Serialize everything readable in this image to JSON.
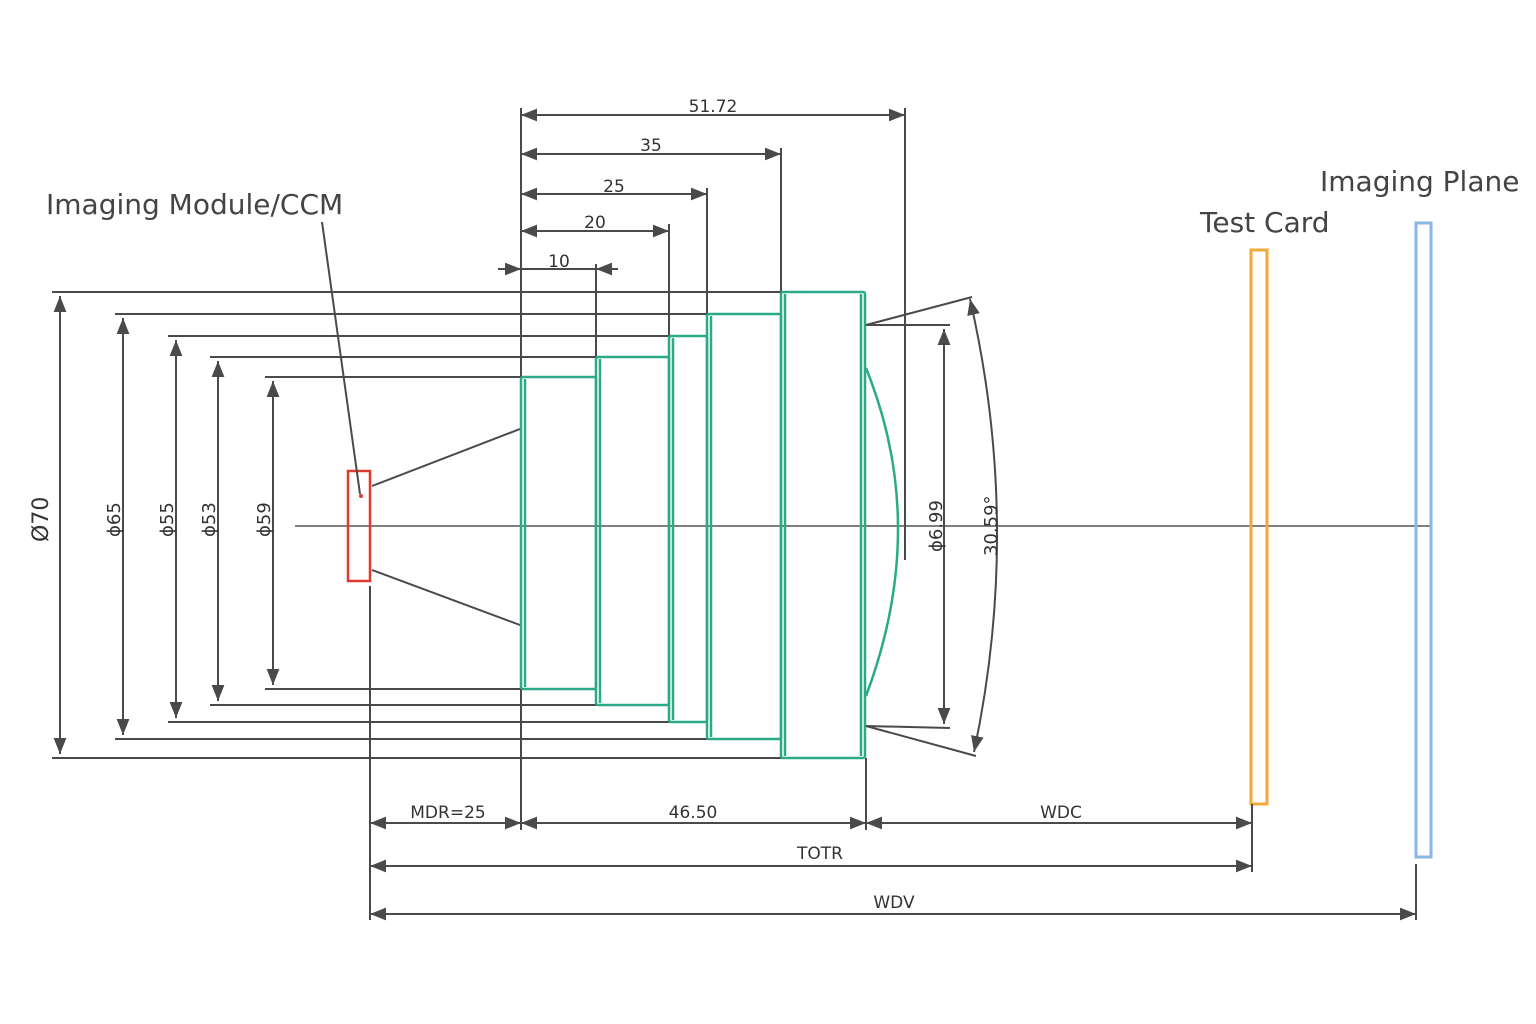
{
  "labels": {
    "module": "Imaging Module/CCM",
    "test_card": "Test Card",
    "imaging_plane": "Imaging Plane"
  },
  "dimensions": {
    "top": [
      "51.72",
      "35",
      "25",
      "20",
      "10"
    ],
    "diameters": [
      "Ø70",
      "ϕ65",
      "ϕ55",
      "ϕ53",
      "ϕ59"
    ],
    "front_diameter": "ϕ6.99",
    "angle": "30.59°",
    "mdr": "MDR=25",
    "length": "46.50",
    "wdc": "WDC",
    "totr": "TOTR",
    "wdv": "WDV"
  },
  "colors": {
    "module": "#e03a2e",
    "lens": "#2aaa86",
    "test_card": "#f0a93a",
    "imaging_plane": "#8ab8e6",
    "lines": "#4a4a4a"
  }
}
